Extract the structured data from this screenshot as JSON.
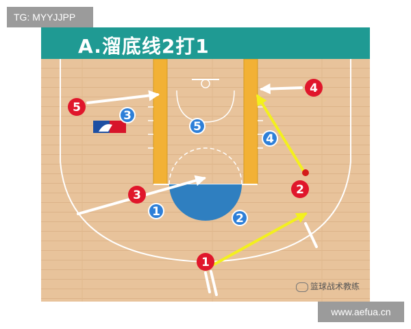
{
  "badges": {
    "tg": "TG: MYYJJPP",
    "url": "www.aefua.cn"
  },
  "title": "A.溜底线2打1",
  "watermark": "篮球战术教练",
  "players": {
    "red": [
      "1",
      "2",
      "3",
      "4",
      "5"
    ],
    "blue": [
      "1",
      "2",
      "3",
      "4",
      "5"
    ]
  },
  "colors": {
    "header": "#1f9a93",
    "lane": "#f2b135",
    "paint_bottom": "#2f7fc0",
    "attacker": "#e0162b",
    "defender": "#2d7fd8",
    "pass": "#f3f01e"
  },
  "icons": {
    "logo": "nba-logo-icon",
    "watermark_icon": "wechat-icon"
  }
}
